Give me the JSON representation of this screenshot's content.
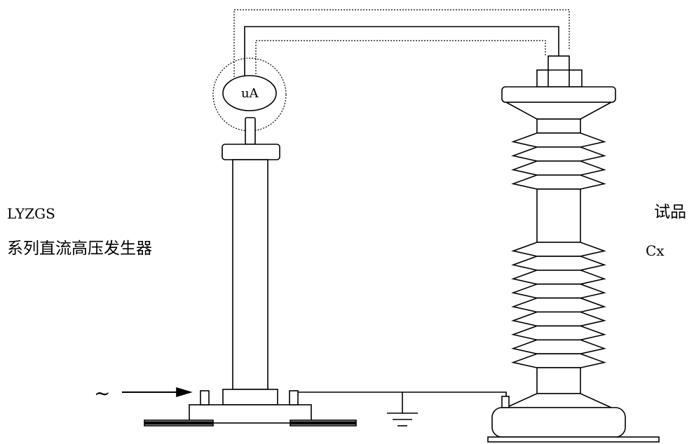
{
  "labels": {
    "generator_model": "LYZGS",
    "generator_name": "系列直流高压发生器",
    "specimen_name": "试品",
    "specimen_symbol": "Cx",
    "meter": "uA",
    "ac_input": "~"
  },
  "colors": {
    "line": "#000000",
    "background": "#ffffff"
  }
}
